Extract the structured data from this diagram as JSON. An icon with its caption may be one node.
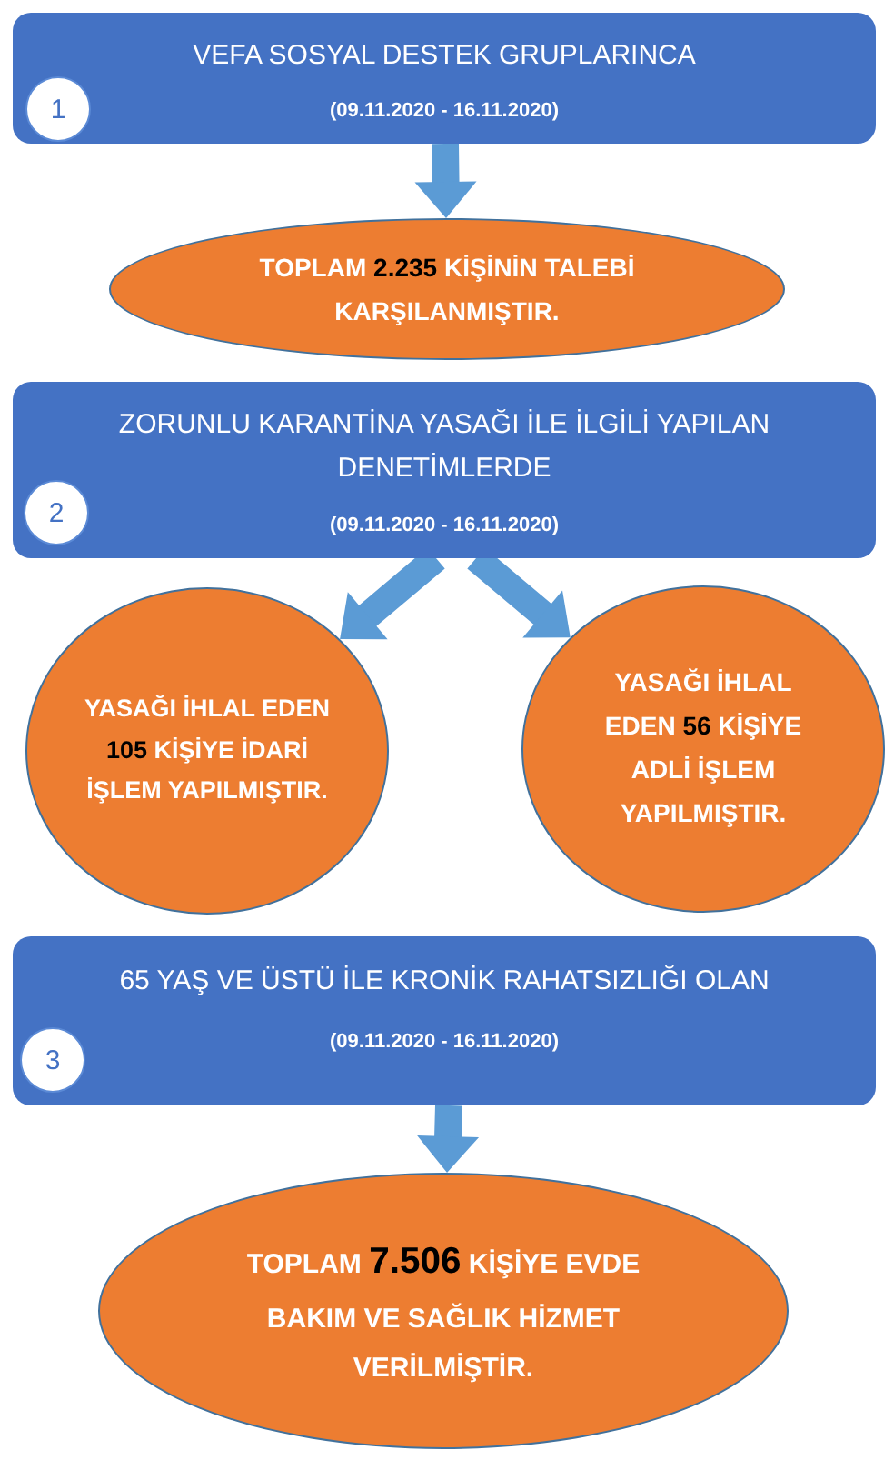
{
  "diagram": {
    "nodes": [
      {
        "text": [
          "VEFA SOSYAL DESTEK GRUPLARINCA",
          "(09.11.2020 - 16.11.2020)"
        ]
      },
      {
        "text": [
          "1"
        ],
        "in": 0
      },
      {
        "text": [
          "TOPLAM **2.235** KİŞİNİN TALEBİ KARŞILANMIŞTIR."
        ]
      },
      {
        "text": [
          "ZORUNLU KARANTİNA YASAĞI İLE İLGİLİ YAPILAN DENETİMLERDE",
          "(09.11.2020 - 16.11.2020)"
        ]
      },
      {
        "text": [
          "2"
        ],
        "in": 3
      },
      {
        "text": [
          "YASAĞI İHLAL EDEN **105** KİŞİYE İDARİ İŞLEM YAPILMIŞTIR."
        ]
      },
      {
        "text": [
          "YASAĞI İHLAL EDEN **56** KİŞİYE ADLİ İŞLEM YAPILMIŞTIR."
        ]
      },
      {
        "text": [
          "65 YAŞ VE ÜSTÜ İLE KRONİK RAHATSIZLIĞI OLAN",
          "(09.11.2020 - 16.11.2020)"
        ]
      },
      {
        "text": [
          "3"
        ],
        "in": 7
      },
      {
        "text": [
          "TOPLAM **7.506** KİŞİYE EVDE BAKIM VE SAĞLIK HİZMET VERİLMİŞTİR."
        ]
      }
    ],
    "edges": [
      {
        "from": 0,
        "to": 2,
        "arrow": "to"
      },
      {
        "from": 3,
        "to": 5,
        "arrow": "to"
      },
      {
        "from": 3,
        "to": 6,
        "arrow": "to"
      },
      {
        "from": 7,
        "to": 9,
        "arrow": "to"
      }
    ]
  }
}
